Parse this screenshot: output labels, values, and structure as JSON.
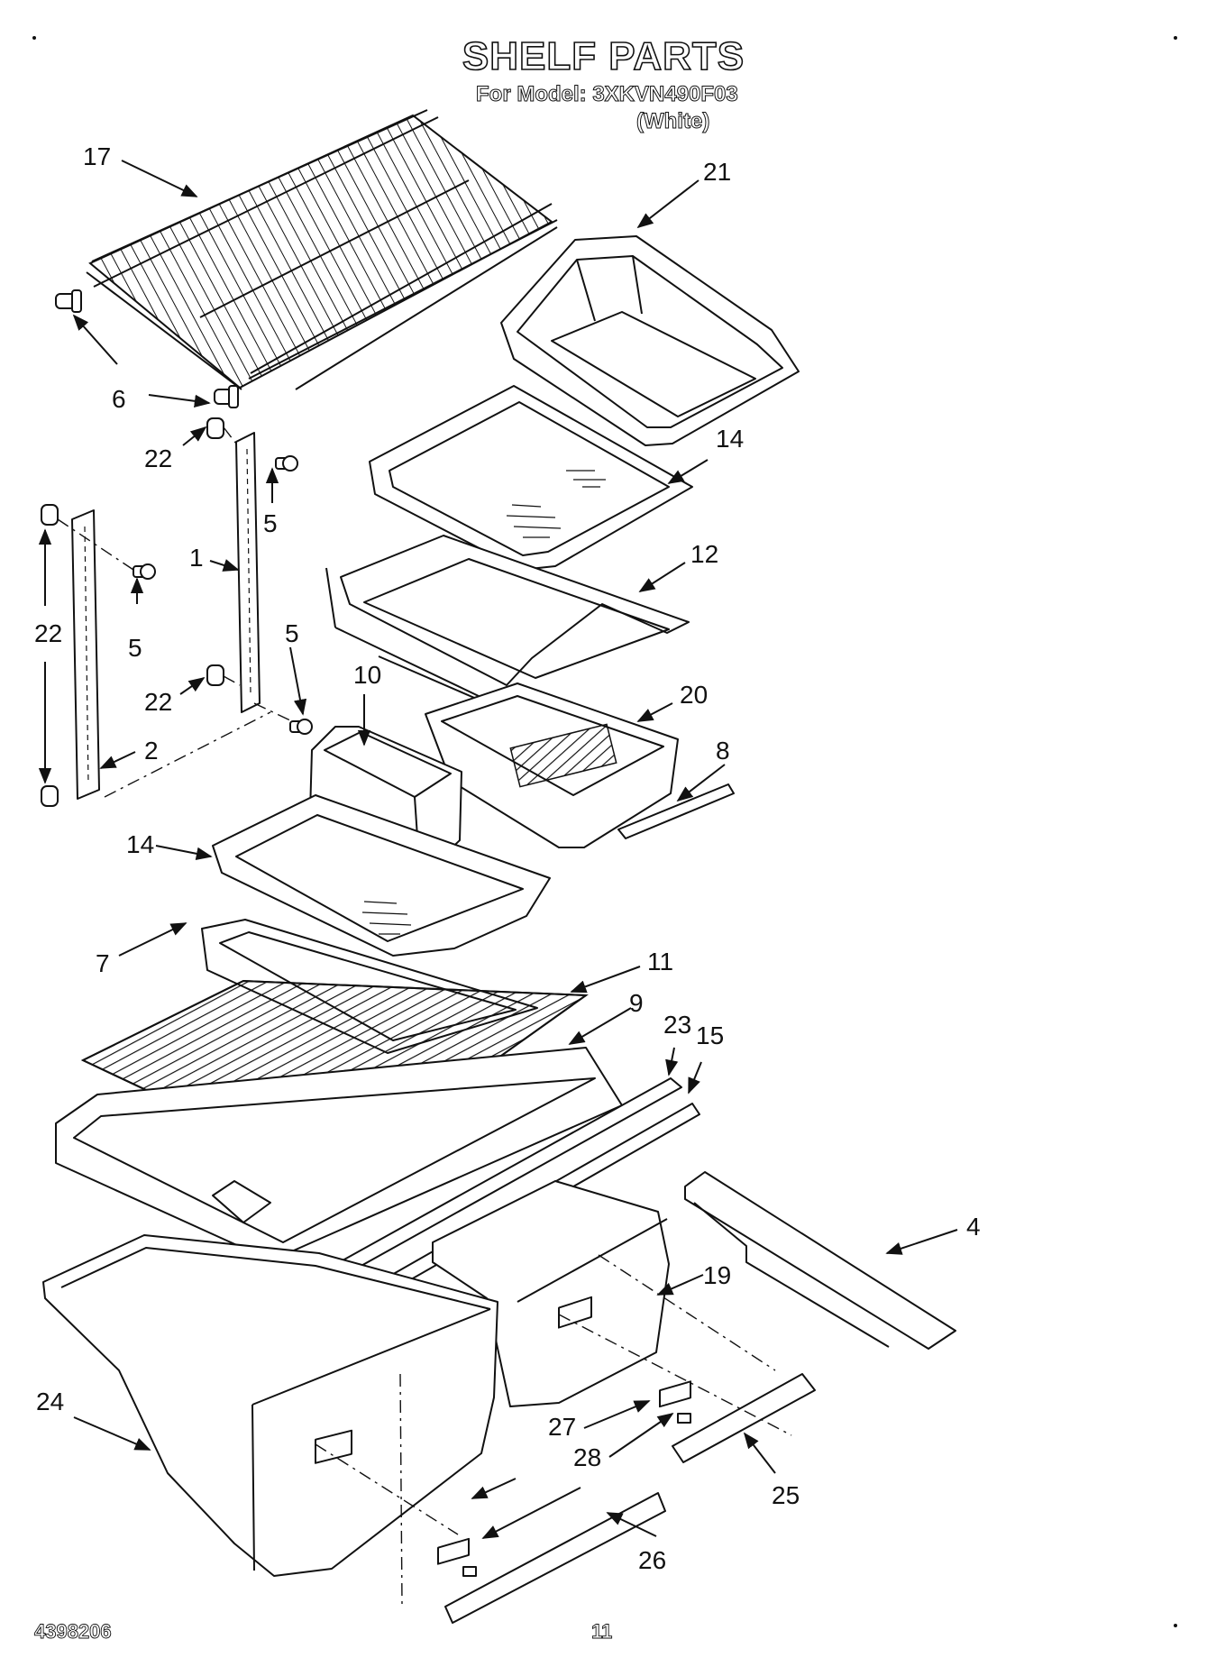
{
  "header": {
    "title": "SHELF PARTS",
    "model_line": "For Model: 3XKVN490F03",
    "color_line": "(White)"
  },
  "footer": {
    "doc_number": "4398206",
    "page_number": "11"
  },
  "callouts": [
    {
      "id": "17",
      "text": "17"
    },
    {
      "id": "21",
      "text": "21"
    },
    {
      "id": "6",
      "text": "6"
    },
    {
      "id": "22a",
      "text": "22"
    },
    {
      "id": "5a",
      "text": "5"
    },
    {
      "id": "14a",
      "text": "14"
    },
    {
      "id": "1",
      "text": "1"
    },
    {
      "id": "22b",
      "text": "22"
    },
    {
      "id": "5b",
      "text": "5"
    },
    {
      "id": "12",
      "text": "12"
    },
    {
      "id": "5c",
      "text": "5"
    },
    {
      "id": "10",
      "text": "10"
    },
    {
      "id": "22c",
      "text": "22"
    },
    {
      "id": "20",
      "text": "20"
    },
    {
      "id": "2",
      "text": "2"
    },
    {
      "id": "8",
      "text": "8"
    },
    {
      "id": "14b",
      "text": "14"
    },
    {
      "id": "7",
      "text": "7"
    },
    {
      "id": "11",
      "text": "11"
    },
    {
      "id": "9",
      "text": "9"
    },
    {
      "id": "23",
      "text": "23"
    },
    {
      "id": "15",
      "text": "15"
    },
    {
      "id": "4",
      "text": "4"
    },
    {
      "id": "19",
      "text": "19"
    },
    {
      "id": "24",
      "text": "24"
    },
    {
      "id": "27",
      "text": "27"
    },
    {
      "id": "28",
      "text": "28"
    },
    {
      "id": "25",
      "text": "25"
    },
    {
      "id": "26",
      "text": "26"
    }
  ]
}
